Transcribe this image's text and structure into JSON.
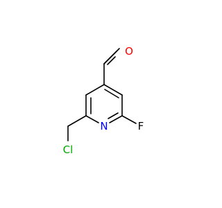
{
  "molecule": {
    "atoms": {
      "oxygen": {
        "label": "O",
        "color": "#ff0000"
      },
      "nitrogen": {
        "label": "N",
        "color": "#0000ff"
      },
      "fluorine": {
        "label": "F",
        "color": "#000000"
      },
      "chlorine": {
        "label": "Cl",
        "color": "#00aa00"
      }
    },
    "bond_color": "#000000"
  }
}
